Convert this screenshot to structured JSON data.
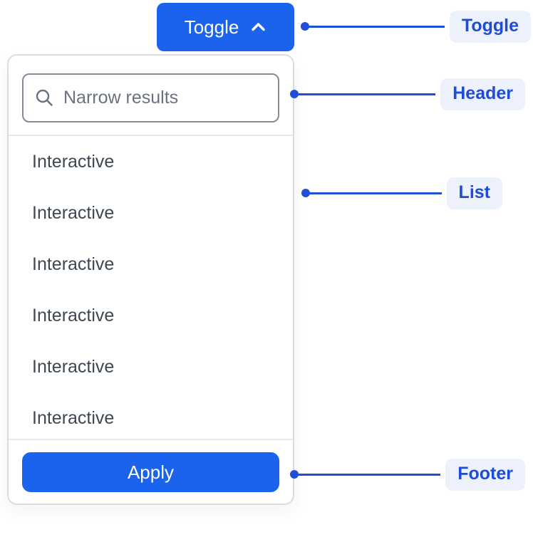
{
  "toggle": {
    "label": "Toggle",
    "icon": "chevron-up-icon"
  },
  "panel": {
    "search_placeholder": "Narrow results",
    "search_icon": "search-icon",
    "items": [
      "Interactive",
      "Interactive",
      "Interactive",
      "Interactive",
      "Interactive",
      "Interactive"
    ],
    "apply_label": "Apply"
  },
  "annotations": {
    "toggle": "Toggle",
    "header": "Header",
    "list": "List",
    "footer": "Footer"
  },
  "colors": {
    "primary_blue": "#1b63ec",
    "annotation_line": "#1f4fd6",
    "badge_background": "#ecf1fb",
    "badge_text": "#1e4cd7",
    "panel_border": "#d9dce2",
    "input_border": "#848b99",
    "item_text": "#3f4752",
    "placeholder_text": "#6a7280"
  }
}
